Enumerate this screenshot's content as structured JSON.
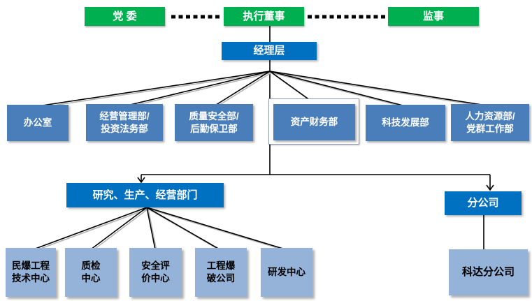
{
  "org_chart": {
    "colors": {
      "top_level_green": "#00B050",
      "primary_blue": "#0070C0",
      "department_steel_blue": "#4A7EBB",
      "leaf_light_blue": "#95B3D9",
      "connector_black": "#000000",
      "selection_backing_white": "#ffffff"
    },
    "nodes": {
      "party_committee": "党 委",
      "executive_director": "执行董事",
      "supervisor": "监事",
      "management_level": "经理层",
      "office": "办公室",
      "operations_legal": "经营管理部/\n投资法务部",
      "quality_security": "质量安全部/\n后勤保卫部",
      "asset_finance": "资产财务部",
      "tech_development": "科技发展部",
      "hr_party_work": "人力资源部/\n党群工作部",
      "research_production_operations": "研究、生产、经营部门",
      "branch_company": "分公司",
      "civil_explosive_center": "民爆工程\n技术中心",
      "quality_inspection_center": "质检\n中心",
      "safety_evaluation_center": "安全评\n价中心",
      "engineering_blasting_company": "工程爆\n破公司",
      "rd_center": "研发中心",
      "keda_branch": "科达分公司"
    }
  }
}
